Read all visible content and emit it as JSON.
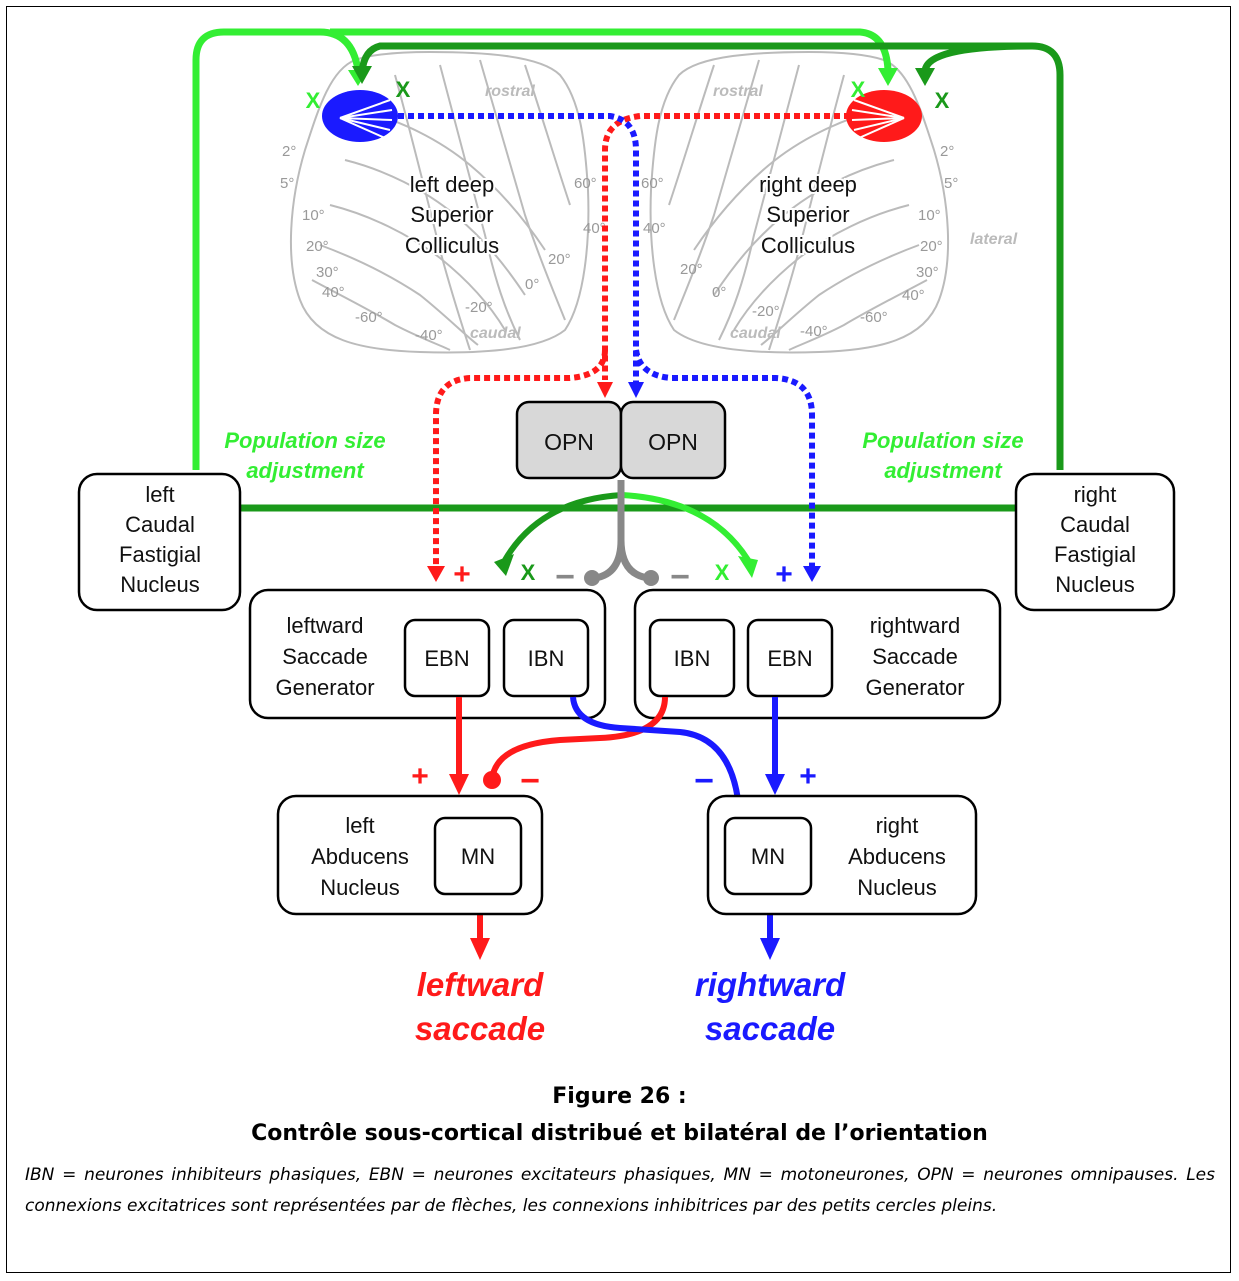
{
  "colliculus": {
    "left": {
      "line1": "left deep",
      "line2": "Superior",
      "line3": "Colliculus",
      "rostral": "rostral",
      "caudal": "caudal",
      "ticks_left": [
        "2°",
        "5°",
        "10°",
        "20°",
        "30°",
        "40°"
      ],
      "ticks_bottom": [
        "-60°",
        "-40°",
        "-20°"
      ],
      "ticks_right": [
        "60°",
        "40°",
        "20°",
        "0°"
      ]
    },
    "right": {
      "line1": "right deep",
      "line2": "Superior",
      "line3": "Colliculus",
      "rostral": "rostral",
      "caudal": "caudal",
      "lateral": "lateral",
      "ticks_right": [
        "2°",
        "5°",
        "10°",
        "20°",
        "30°",
        "40°"
      ],
      "ticks_bottom": [
        "-60°",
        "-40°",
        "-20°"
      ],
      "ticks_left": [
        "60°",
        "40°",
        "20°",
        "0°"
      ]
    }
  },
  "opn": {
    "left": "OPN",
    "right": "OPN"
  },
  "population": {
    "line1": "Population size",
    "line2": "adjustment"
  },
  "fastigial": {
    "left": {
      "line1": "left",
      "line2": "Caudal",
      "line3": "Fastigial",
      "line4": "Nucleus"
    },
    "right": {
      "line1": "right",
      "line2": "Caudal",
      "line3": "Fastigial",
      "line4": "Nucleus"
    }
  },
  "generator": {
    "left": {
      "line1": "leftward",
      "line2": "Saccade",
      "line3": "Generator",
      "ebn": "EBN",
      "ibn": "IBN"
    },
    "right": {
      "line1": "rightward",
      "line2": "Saccade",
      "line3": "Generator",
      "ebn": "EBN",
      "ibn": "IBN"
    }
  },
  "abducens": {
    "left": {
      "line1": "left",
      "line2": "Abducens",
      "line3": "Nucleus",
      "mn": "MN"
    },
    "right": {
      "line1": "right",
      "line2": "Abducens",
      "line3": "Nucleus",
      "mn": "MN"
    }
  },
  "output": {
    "left": {
      "line1": "leftward",
      "line2": "saccade"
    },
    "right": {
      "line1": "rightward",
      "line2": "saccade"
    }
  },
  "signs": {
    "plus": "+",
    "minus": "−",
    "x": "X"
  },
  "caption": {
    "figure": "Figure 26 :",
    "title": "Contrôle sous-cortical distribué et bilatéral de l’orientation",
    "body": "IBN = neurones inhibiteurs phasiques, EBN = neurones excitateurs phasiques, MN = motoneurones, OPN = neurones omnipauses. Les connexions excitatrices sont représentées par de flèches, les connexions inhibitrices par des petits cercles pleins."
  },
  "colors": {
    "red": "#ff1a1a",
    "blue": "#1a1aff",
    "lightgreen": "#33ee33",
    "darkgreen": "#1a991a",
    "gray": "#888888",
    "faint": "#bbbbbb"
  }
}
